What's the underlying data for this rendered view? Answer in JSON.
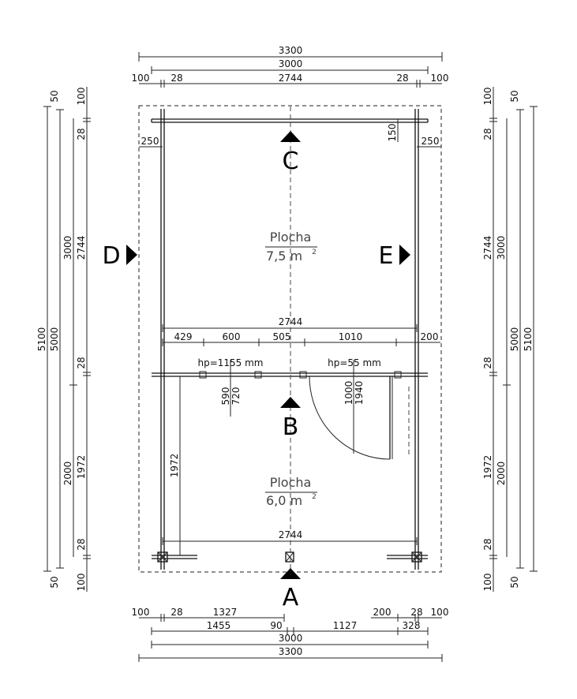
{
  "top_dims": {
    "overall_3300": "3300",
    "overall_3000": "3000",
    "chain": [
      "100",
      "28",
      "2744",
      "28",
      "100"
    ]
  },
  "bottom_dims": {
    "row1": [
      "100",
      "28",
      "1327",
      "200",
      "28",
      "100"
    ],
    "row2": [
      "1455",
      "90",
      "1127",
      "328"
    ],
    "overall_3000": "3000",
    "overall_3300": "3300"
  },
  "left_dims": {
    "outer_5100": "5100",
    "outer_5000": "5000",
    "mid_3000": "3000",
    "mid_2000": "2000",
    "end_top": [
      "50",
      "100"
    ],
    "end_bottom": [
      "50",
      "100"
    ],
    "chain": [
      "28",
      "2744",
      "28",
      "1972",
      "28"
    ]
  },
  "right_dims": {
    "outer_5100": "5100",
    "outer_5000": "5000",
    "mid_3000": "3000",
    "mid_2000": "2000",
    "end_top": [
      "100",
      "50"
    ],
    "end_bottom": [
      "100",
      "50"
    ],
    "chain": [
      "28",
      "2744",
      "28",
      "1972",
      "28"
    ]
  },
  "inner_dims": {
    "upper_width": "2744",
    "partition_chain": [
      "429",
      "600",
      "505",
      "1010",
      "200"
    ],
    "overhang_left": "250",
    "overhang_right": "250",
    "ridge_offset": "150",
    "window_hp": "hp=1155  mm",
    "window_w": "590",
    "window_h": "720",
    "door_hp": "hp=55  mm",
    "door_w": "1000",
    "door_h": "1940",
    "lower_width": "2744",
    "lower_height": "1972"
  },
  "rooms": [
    {
      "label": "Plocha",
      "area": "7,5  m",
      "sup": "2"
    },
    {
      "label": "Plocha",
      "area": "6,0  m",
      "sup": "2"
    }
  ],
  "sections": {
    "a": "A",
    "b": "B",
    "c": "C",
    "d": "D",
    "e": "E"
  }
}
